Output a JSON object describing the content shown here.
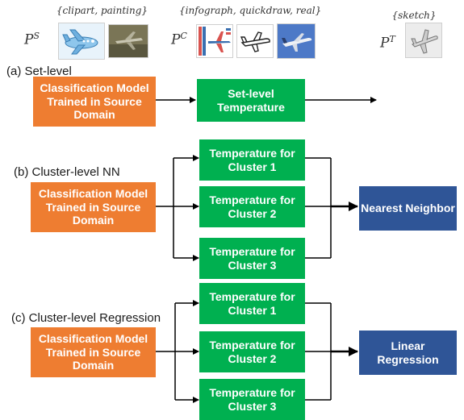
{
  "header": {
    "source": {
      "symbol": "P",
      "superscript": "S",
      "set_label": "{clipart, painting}"
    },
    "calibration": {
      "symbol": "P",
      "superscript": "C",
      "set_label": "{infograph, quickdraw, real}"
    },
    "target": {
      "symbol": "P",
      "superscript": "T",
      "set_label": "{sketch}"
    }
  },
  "sections": {
    "a": {
      "label": "(a) Set-level",
      "model_box": "Classification Model Trained in Source Domain",
      "temp_box": "Set-level Temperature"
    },
    "b": {
      "label": "(b) Cluster-level NN",
      "model_box": "Classification Model Trained in Source Domain",
      "clusters": [
        "Temperature for Cluster 1",
        "Temperature for Cluster 2",
        "Temperature for Cluster 3"
      ],
      "output_box": "Nearest Neighbor"
    },
    "c": {
      "label": "(c) Cluster-level Regression",
      "model_box": "Classification Model Trained in Source Domain",
      "clusters": [
        "Temperature for Cluster 1",
        "Temperature for Cluster 2",
        "Temperature for Cluster 3"
      ],
      "output_box": "Linear Regression"
    }
  },
  "colors": {
    "model": "#ee7d31",
    "temperature": "#00b050",
    "output": "#2f5597"
  },
  "icons": [
    "clipart-airplane-icon",
    "painting-airplane-icon",
    "infograph-airplane-icon",
    "quickdraw-airplane-icon",
    "real-airplane-icon",
    "sketch-airplane-icon"
  ]
}
